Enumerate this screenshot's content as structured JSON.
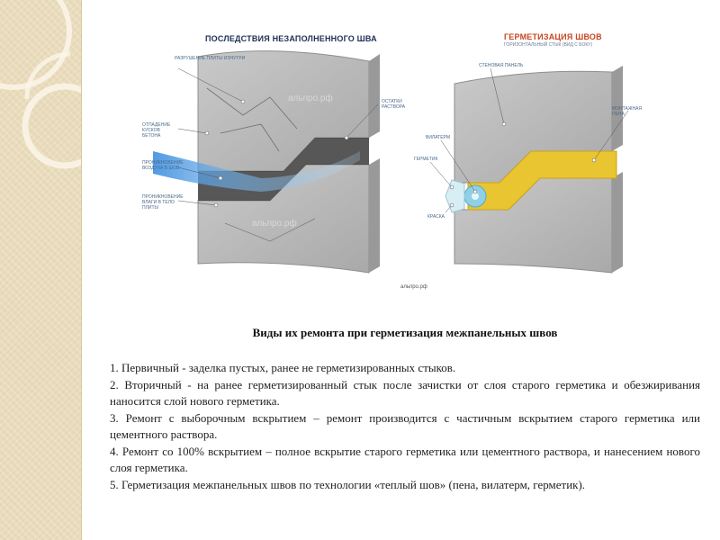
{
  "left_panel": {
    "title": "ПОСЛЕДСТВИЯ НЕЗАПОЛНЕННОГО ШВА",
    "callouts": {
      "destruction": "РАЗРУШЕНИЕ ПЛИТЫ ИЗНУТРИ",
      "remains": "ОСТАТКИ РАСТВОРА",
      "chipping": "ОТПАДЕНИЕ КУСКОВ БЕТОНА",
      "air": "ПРОНИКНОВЕНИЕ ВОЗДУХА В ШОВ",
      "moisture": "ПРОНИКНОВЕНИЕ ВЛАГИ В ТЕЛО ПЛИТЫ"
    },
    "watermark_top": "альпро.рф",
    "watermark_bottom": "альпро.рф"
  },
  "right_panel": {
    "title": "ГЕРМЕТИЗАЦИЯ ШВОВ",
    "subtitle": "ГОРИЗОНТАЛЬНЫЙ СТЫК (ВИД С БОКУ)",
    "callouts": {
      "wall_panel": "СТЕНОВАЯ ПАНЕЛЬ",
      "foam": "МОНТАЖНАЯ ПЕНА",
      "vilaterm": "ВИЛАТЕРМ",
      "sealant": "ГЕРМЕТИК",
      "paint": "КРАСКА"
    }
  },
  "site_label": "альпро.рф",
  "heading": "Виды их ремонта при герметизация межпанельных швов",
  "paragraphs": [
    "1. Первичный - заделка пустых, ранее не герметизированных стыков.",
    "2. Вторичный - на ранее герметизированный стык после зачистки от слоя старого герметика и обезжиривания наносится слой нового герметика.",
    "3. Ремонт с выборочным вскрытием – ремонт производится с частичным вскрытием старого герметика или цементного раствора.",
    "4. Ремонт со 100% вскрытием – полное вскрытие старого герметика или цементного раствора, и нанесением нового слоя герметика.",
    "5. Герметизация межпанельных швов по технологии «теплый шов» (пена, вилатерм, герметик)."
  ],
  "colors": {
    "concrete": "#b9b9b9",
    "concrete_dark": "#8e8e8e",
    "foam": "#e8c531",
    "sealant": "#9fd6e4",
    "air_flow": "#5aa9e6",
    "strip": "#e9dcbc"
  }
}
